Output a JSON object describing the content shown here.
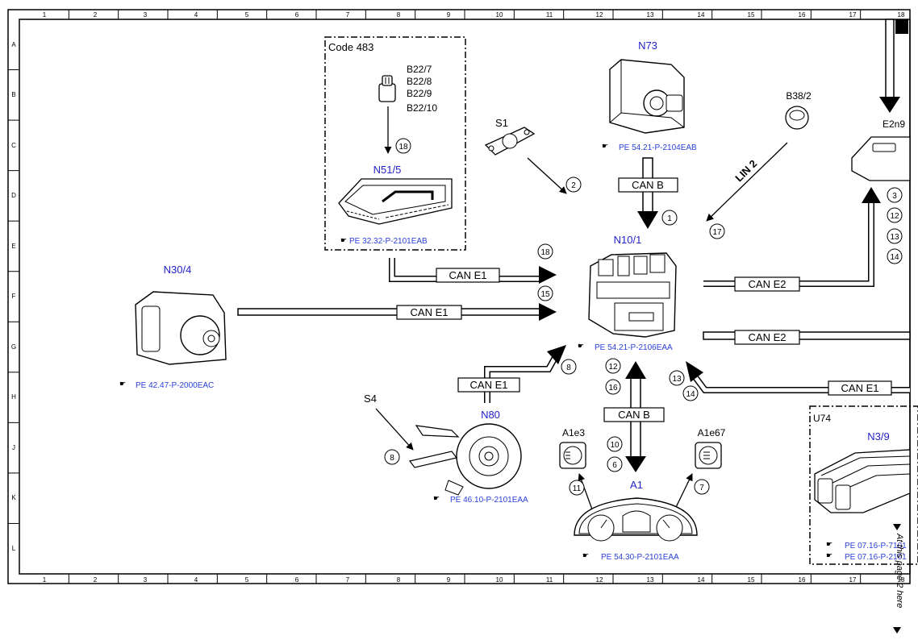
{
  "grid": {
    "columns": [
      "1",
      "2",
      "3",
      "4",
      "5",
      "6",
      "7",
      "8",
      "9",
      "10",
      "11",
      "12",
      "13",
      "14",
      "15",
      "16",
      "17",
      "18"
    ],
    "rows": [
      "A",
      "B",
      "C",
      "D",
      "E",
      "F",
      "G",
      "H",
      "J",
      "K",
      "L"
    ]
  },
  "code_box": {
    "title": "Code 483",
    "sensors": [
      "B22/7",
      "B22/8",
      "B22/9",
      "B22/10"
    ],
    "module": "N51/5",
    "ref": "PE 32.32-P-2101EAB",
    "callout": "18"
  },
  "components": {
    "n73": {
      "id": "N73",
      "ref": "PE 54.21-P-2104EAB"
    },
    "s1": {
      "id": "S1"
    },
    "b38_2": {
      "id": "B38/2"
    },
    "e2n9": {
      "id": "E2n9"
    },
    "n10_1": {
      "id": "N10/1",
      "ref": "PE 54.21-P-2106EAA"
    },
    "n30_4": {
      "id": "N30/4",
      "ref": "PE 42.47-P-2000EAC"
    },
    "s4": {
      "id": "S4"
    },
    "n80": {
      "id": "N80",
      "ref": "PE 46.10-P-2101EAA"
    },
    "a1e3": {
      "id": "A1e3"
    },
    "a1e67": {
      "id": "A1e67"
    },
    "a1": {
      "id": "A1",
      "ref": "PE 54.30-P-2101EAA"
    },
    "u74": {
      "id": "U74",
      "module": "N3/9",
      "ref1": "PE 07.16-P-7101",
      "ref2": "PE 07.16-P-2101"
    }
  },
  "buses": {
    "can_b_top": "CAN B",
    "lin2": "LIN 2",
    "can_e1_top": "CAN E1",
    "can_e1_mid": "CAN E1",
    "can_e1_low": "CAN E1",
    "can_e2_a": "CAN E2",
    "can_e2_b": "CAN E2",
    "can_b_mid": "CAN B",
    "can_e1_right": "CAN E1"
  },
  "callouts": {
    "c1": "1",
    "c2": "2",
    "c17": "17",
    "c18": "18",
    "c15": "15",
    "c8a": "8",
    "c12": "12",
    "c16": "16",
    "c13": "13",
    "c14": "14",
    "c10": "10",
    "c6": "6",
    "c11": "11",
    "c7": "7",
    "c8b": "8",
    "r3": "3",
    "r12": "12",
    "r13": "13",
    "r14": "14"
  },
  "page_note": "At this page 2 here"
}
